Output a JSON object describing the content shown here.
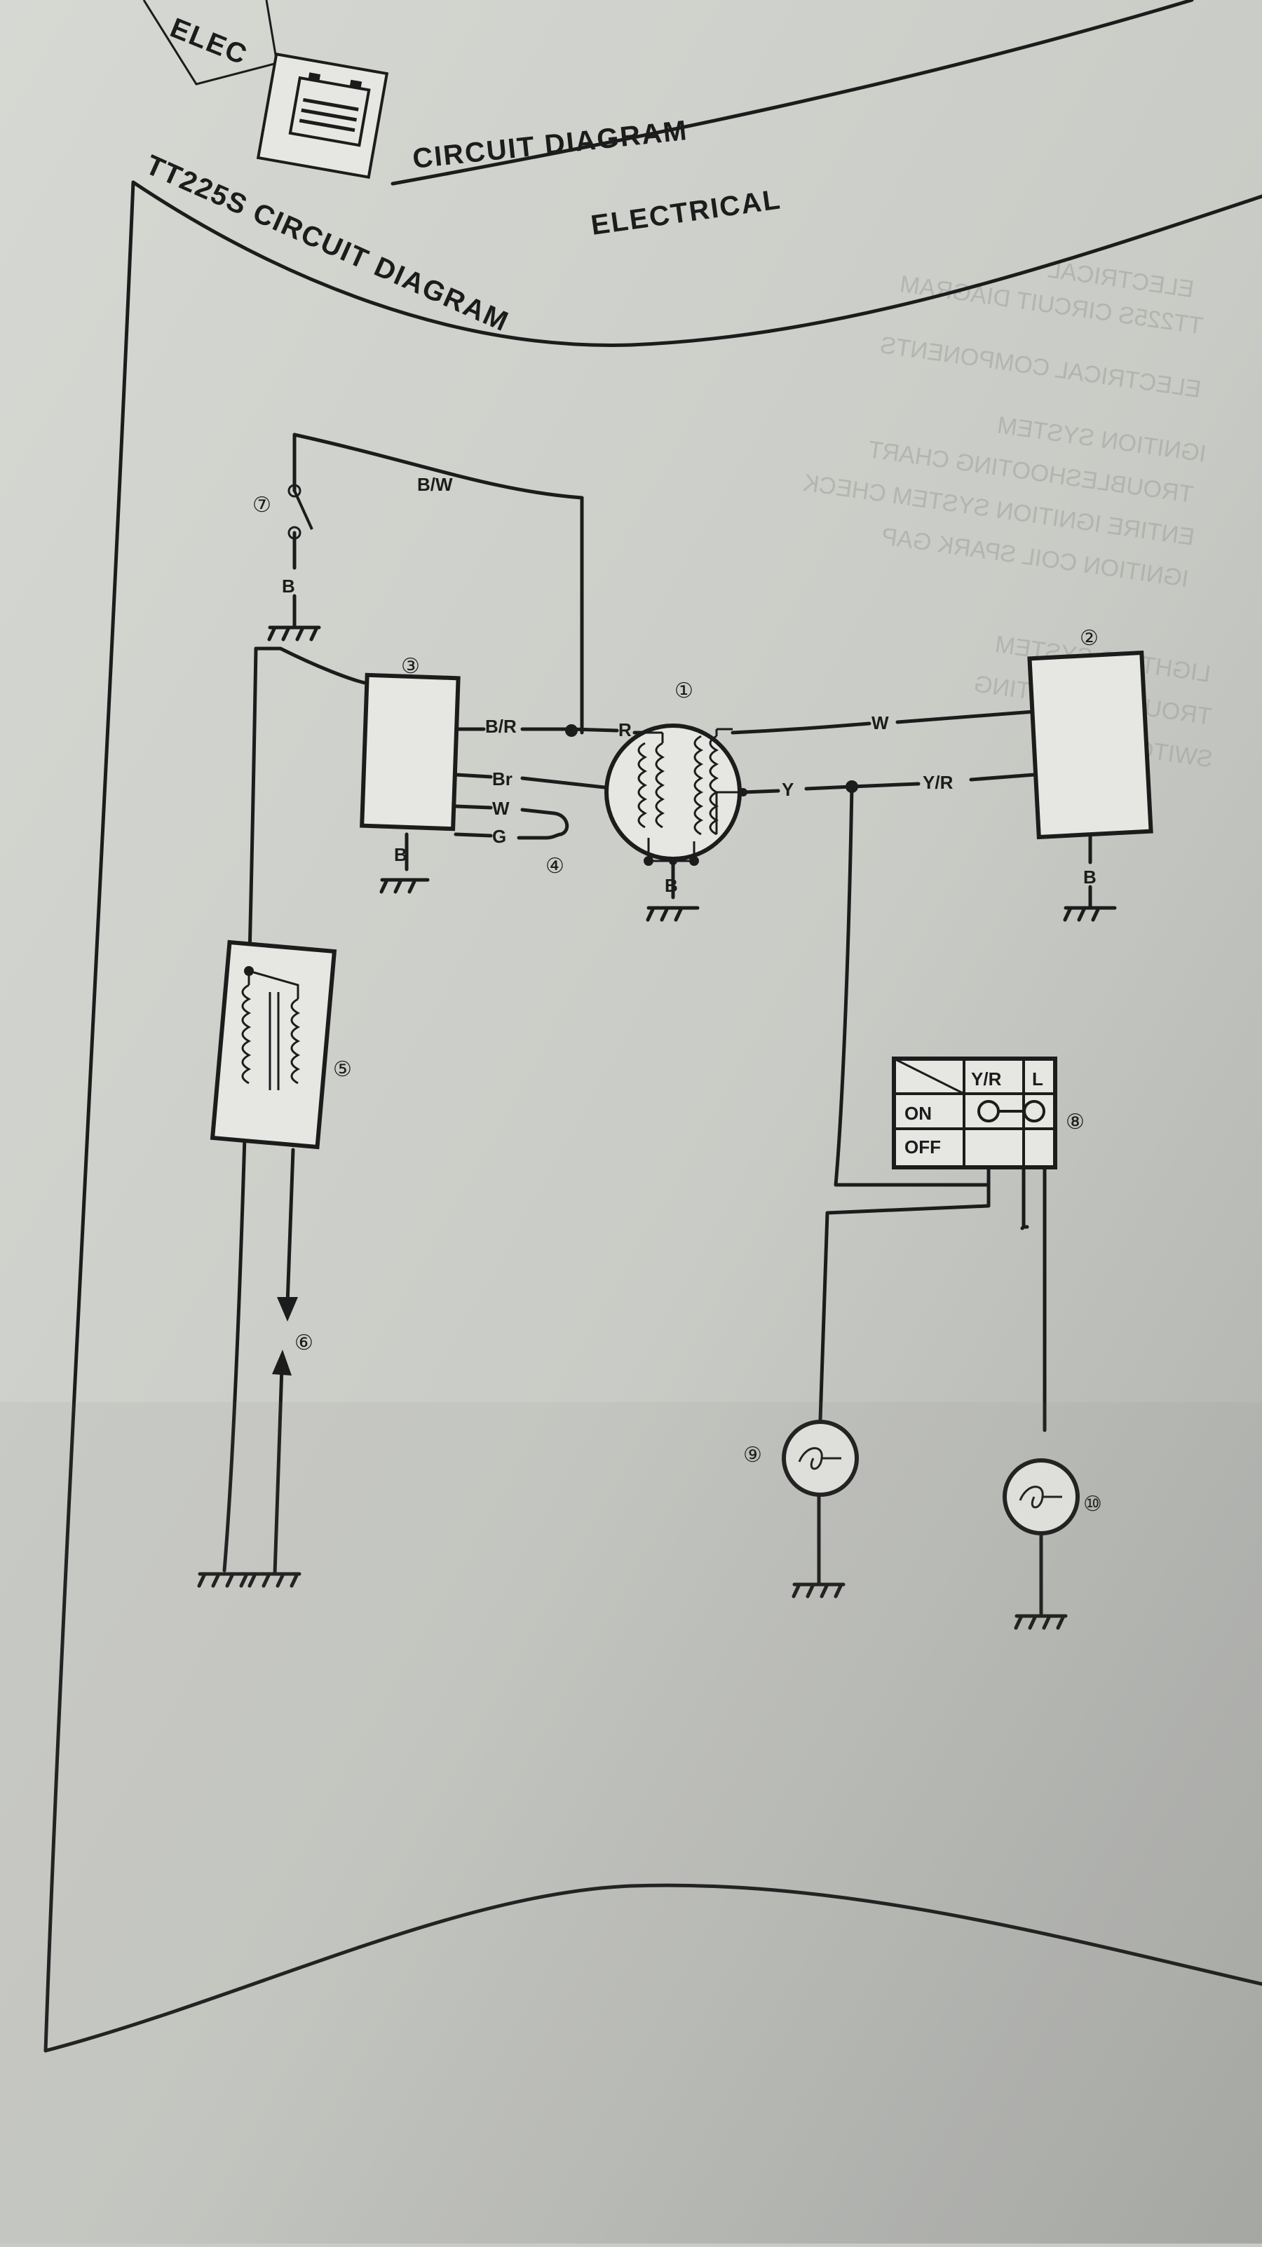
{
  "header": {
    "section_tab": "ELEC",
    "title": "CIRCUIT DIAGRAM",
    "chapter": "ELECTRICAL"
  },
  "diagram": {
    "title": "TT225S CIRCUIT DIAGRAM",
    "components": {
      "c1": "①",
      "c2": "②",
      "c3": "③",
      "c4": "④",
      "c5": "⑤",
      "c6": "⑥",
      "c7": "⑦",
      "c8": "⑧",
      "c9": "⑨",
      "c10": "⑩"
    },
    "wire_labels": {
      "bw": "B/W",
      "b_sw": "B",
      "br_cdi": "B/R",
      "r_mag": "R",
      "br": "Br",
      "w_cdi": "W",
      "g": "G",
      "b_cdi": "B",
      "b_mag": "B",
      "y": "Y",
      "w_reg": "W",
      "yr_reg": "Y/R",
      "b_reg": "B"
    },
    "switch_table": {
      "col_yr": "Y/R",
      "col_l": "L",
      "on": "ON",
      "off": "OFF"
    }
  },
  "bleed_through": {
    "line1": "TT225S CIRCUIT DIAGRAM",
    "line2": "ELECTRICAL COMPONENTS",
    "line3": "IGNITION SYSTEM",
    "line4": "TROUBLESHOOTING CHART",
    "line5": "ENTIRE IGNITION SYSTEM CHECK",
    "line6": "IGNITION COIL SPARK GAP",
    "line7": "LIGHTING SYSTEM",
    "line8": "TROUBLESHOOTING",
    "line9": "SWITCHES",
    "line10": "ELECTRICAL"
  }
}
